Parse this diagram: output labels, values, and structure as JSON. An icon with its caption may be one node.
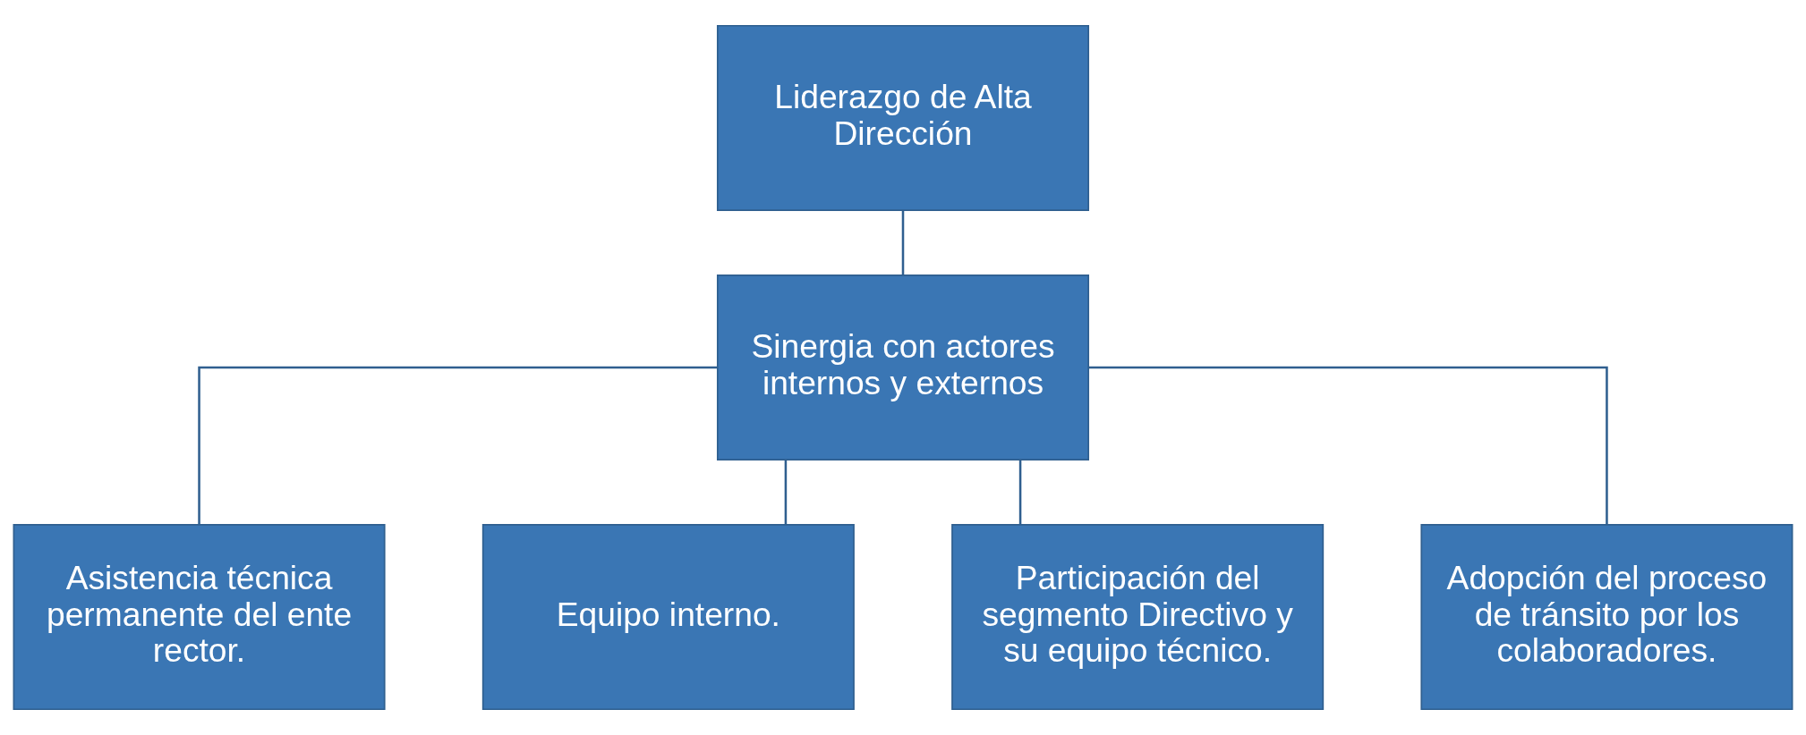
{
  "diagram": {
    "nodes": [
      {
        "text": [
          "Liderazgo de Alta Dirección"
        ]
      },
      {
        "text": [
          "Sinergia con actores internos y externos"
        ]
      },
      {
        "text": [
          "Asistencia técnica permanente del ente rector."
        ]
      },
      {
        "text": [
          "Equipo interno."
        ]
      },
      {
        "text": [
          "Participación del segmento Directivo y su equipo técnico."
        ]
      },
      {
        "text": [
          "Adopción del proceso de tránsito por los colaboradores."
        ]
      }
    ],
    "edges": [
      {
        "from": 0,
        "to": 1,
        "arrow": "none"
      },
      {
        "from": 1,
        "to": 2,
        "arrow": "none"
      },
      {
        "from": 1,
        "to": 3,
        "arrow": "none"
      },
      {
        "from": 1,
        "to": 4,
        "arrow": "none"
      },
      {
        "from": 1,
        "to": 5,
        "arrow": "none"
      }
    ]
  }
}
